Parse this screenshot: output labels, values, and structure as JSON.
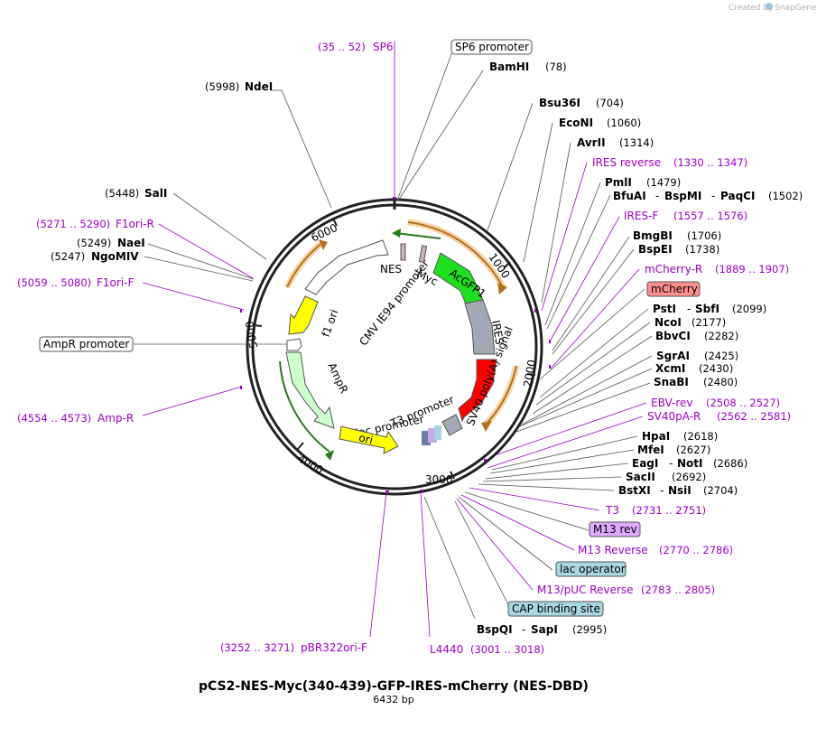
{
  "credit": {
    "prefix": "Created by",
    "brand": "SnapGene"
  },
  "title": "pCS2-NES-Myc(340-439)-GFP-IRES-mCherry (NES-DBD)",
  "size_label": "6432 bp",
  "ticks": [
    "1000",
    "2000",
    "3000",
    "4000",
    "5000",
    "6000"
  ],
  "features": {
    "nes": "NES",
    "myc": "Myc",
    "acgfp1": "AcGFP1",
    "ires": "IRES",
    "sv40": "SV40 poly(A) signal",
    "t3": "T3 promoter",
    "lac": "lac promoter",
    "ori": "ori",
    "ampr": "AmpR",
    "f1ori": "f1 ori",
    "cmv": "CMV IE94 promoter"
  },
  "labels": {
    "sp6": {
      "pos": "(35 .. 52)",
      "name": "SP6"
    },
    "sp6promoter": "SP6 promoter",
    "bamhi": {
      "name": "BamHI",
      "pos": "(78)"
    },
    "ndei": {
      "pos": "(5998)",
      "name": "NdeI"
    },
    "bsu36i": {
      "name": "Bsu36I",
      "pos": "(704)"
    },
    "econi": {
      "name": "EcoNI",
      "pos": "(1060)"
    },
    "avrii": {
      "name": "AvrII",
      "pos": "(1314)"
    },
    "iresrev": {
      "name": "IRES reverse",
      "pos": "(1330 .. 1347)"
    },
    "pmli": {
      "name": "PmlI",
      "pos": "(1479)"
    },
    "bfuai": {
      "a": "BfuAI",
      "b": "BspMI",
      "c": "PaqCI",
      "pos": "(1502)"
    },
    "iresf": {
      "name": "IRES-F",
      "pos": "(1557 .. 1576)"
    },
    "bmgbi": {
      "name": "BmgBI",
      "pos": "(1706)"
    },
    "bspei": {
      "name": "BspEI",
      "pos": "(1738)"
    },
    "mcherryr": {
      "name": "mCherry-R",
      "pos": "(1889 .. 1907)"
    },
    "mcherry": "mCherry",
    "psti": {
      "a": "PstI",
      "b": "SbfI",
      "pos": "(2099)"
    },
    "ncoi": {
      "name": "NcoI",
      "pos": "(2177)"
    },
    "bbvci": {
      "name": "BbvCI",
      "pos": "(2282)"
    },
    "sgrai": {
      "name": "SgrAI",
      "pos": "(2425)"
    },
    "xcmi": {
      "name": "XcmI",
      "pos": "(2430)"
    },
    "snabi": {
      "name": "SnaBI",
      "pos": "(2480)"
    },
    "ebvrev": {
      "name": "EBV-rev",
      "pos": "(2508 .. 2527)"
    },
    "sv40par": {
      "name": "SV40pA-R",
      "pos": "(2562 .. 2581)"
    },
    "hpai": {
      "name": "HpaI",
      "pos": "(2618)"
    },
    "mfei": {
      "name": "MfeI",
      "pos": "(2627)"
    },
    "eagi": {
      "a": "EagI",
      "b": "NotI",
      "pos": "(2686)"
    },
    "sacii": {
      "name": "SacII",
      "pos": "(2692)"
    },
    "bstxi": {
      "a": "BstXI",
      "b": "NsiI",
      "pos": "(2704)"
    },
    "t3": {
      "name": "T3",
      "pos": "(2731 .. 2751)"
    },
    "m13rev": "M13 rev",
    "m13reverse": {
      "name": "M13 Reverse",
      "pos": "(2770 .. 2786)"
    },
    "lacop": "lac operator",
    "m13puc": {
      "name": "M13/pUC Reverse",
      "pos": "(2783 .. 2805)"
    },
    "cap": "CAP binding site",
    "bspqi": {
      "a": "BspQI",
      "b": "SapI",
      "pos": "(2995)"
    },
    "l4440": {
      "name": "L4440",
      "pos": "(3001 .. 3018)"
    },
    "pbr322": {
      "pos": "(3252 .. 3271)",
      "name": "pBR322ori-F"
    },
    "ampr_r": {
      "pos": "(4554 .. 4573)",
      "name": "Amp-R"
    },
    "amprpromoter": "AmpR promoter",
    "f1orif": {
      "pos": "(5059 .. 5080)",
      "name": "F1ori-F"
    },
    "ngomiv": {
      "pos": "(5247)",
      "name": "NgoMIV"
    },
    "naei": {
      "pos": "(5249)",
      "name": "NaeI"
    },
    "f1orir": {
      "pos": "(5271 .. 5290)",
      "name": "F1ori-R"
    },
    "sali": {
      "pos": "(5448)",
      "name": "SalI"
    }
  },
  "colors": {
    "primer": "#a100c9",
    "acgfp1": "#1fde1f",
    "ires": "#a3a9b3",
    "sv40": "#ff0000",
    "ori": "#ffff00",
    "ampr": "#ccffcc",
    "f1ori": "#ffff00",
    "cmv": "#ffffff",
    "orf_arrow": "#f0a030",
    "mcherry_box": "#ff8f8f",
    "m13rev_box": "#e0a8ff",
    "lacop_box": "#a8d8e0",
    "cap_box": "#a8d8e0"
  }
}
